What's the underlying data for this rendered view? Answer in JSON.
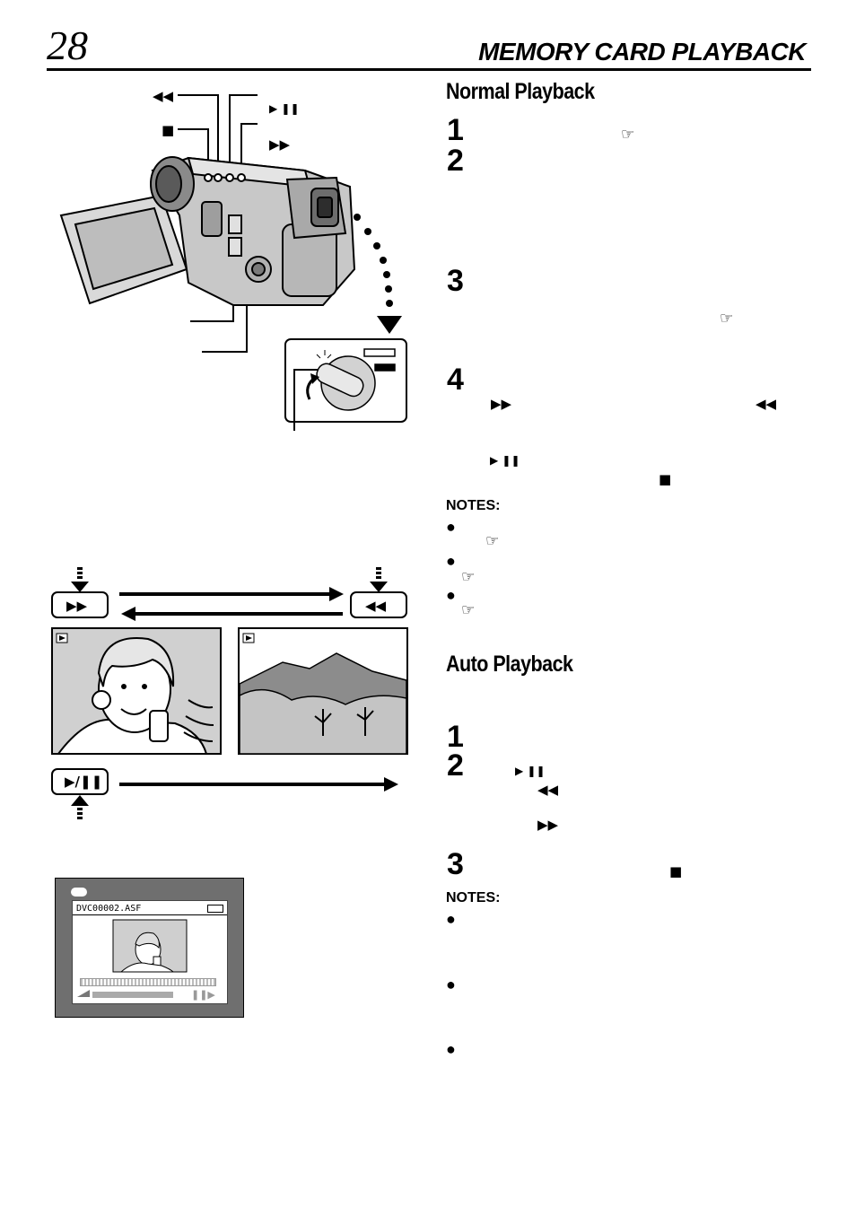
{
  "header": {
    "page_number": "28",
    "title": "MEMORY CARD PLAYBACK"
  },
  "normal_playback": {
    "title": "Normal Playback",
    "steps": [
      "1",
      "2",
      "3",
      "4"
    ],
    "step4_buttons": {
      "ff": "▶▶",
      "rew": "◀◀",
      "play_pause": "▶ ❚❚",
      "stop": "■"
    },
    "notes_label": "NOTES:"
  },
  "auto_playback": {
    "title": "Auto Playback",
    "steps": [
      "1",
      "2",
      "3"
    ],
    "step2_buttons": {
      "play_pause": "▶ ❚❚",
      "rew": "◀◀",
      "ff": "▶▶"
    },
    "step3_stop": "■",
    "notes_label": "NOTES:"
  },
  "camera_labels": {
    "rew": "◀◀",
    "stop": "■",
    "play_pause": "▶ ❚❚",
    "ff": "▶▶"
  },
  "sequence": {
    "ff_button": "▶▶",
    "rew_button": "◀◀",
    "play_pause_button": "▶/❚❚"
  },
  "lcd_screen": {
    "filename": "DVC00002.ASF"
  },
  "icons": {
    "reference": "☞",
    "bullet": "●"
  }
}
